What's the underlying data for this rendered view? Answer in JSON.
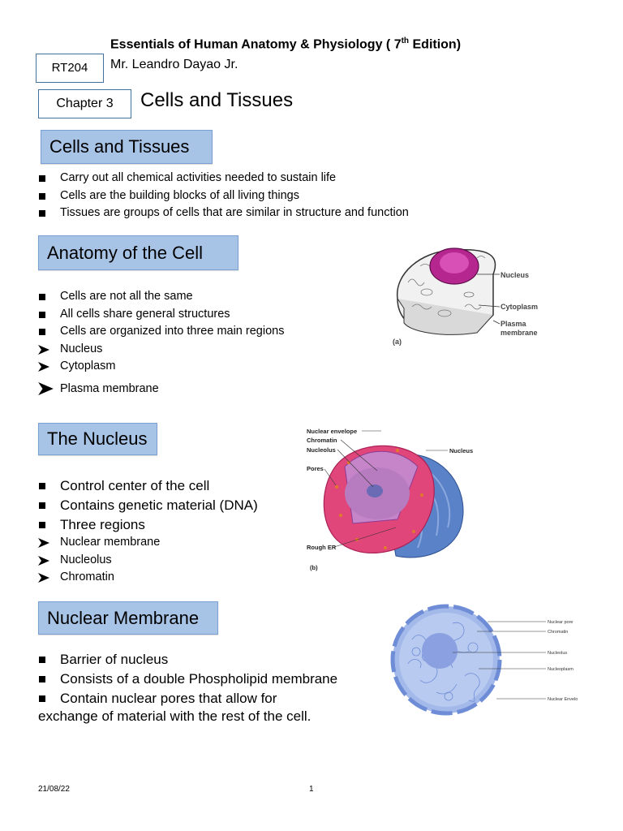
{
  "header": {
    "book_title_part1": "Essentials of Human Anatomy & Physiology ( 7",
    "book_title_sup": "th",
    "book_title_part2": " Edition)",
    "author": "Mr. Leandro Dayao Jr.",
    "course_code": "RT204",
    "chapter_label": "Chapter 3",
    "chapter_title": "Cells and Tissues"
  },
  "sections": {
    "cells_tissues": {
      "title": "Cells and Tissues",
      "bullets": [
        "Carry out all chemical activities needed to sustain life",
        "Cells are the building blocks of all living things",
        "Tissues are groups of cells that are similar in structure and function"
      ]
    },
    "anatomy": {
      "title": "Anatomy of the Cell",
      "bullets": [
        "Cells are not all the same",
        "All cells share general structures",
        "Cells are organized into three main regions"
      ],
      "sub_bullets": [
        "Nucleus",
        "Cytoplasm",
        "Plasma membrane"
      ],
      "figure": {
        "labels": [
          "Nucleus",
          "Cytoplasm",
          "Plasma",
          "membrane"
        ],
        "caption": "(a)"
      }
    },
    "nucleus": {
      "title": "The Nucleus",
      "bullets": [
        "Control center of the cell",
        "Contains genetic material (DNA)",
        "Three regions"
      ],
      "sub_bullets": [
        "Nuclear membrane",
        "Nucleolus",
        "Chromatin"
      ],
      "figure": {
        "labels": [
          "Nuclear envelope",
          "Chromatin",
          "Nucleolus",
          "Nucleus",
          "Pores",
          "Rough ER"
        ],
        "caption": "(b)"
      }
    },
    "membrane": {
      "title": "Nuclear Membrane",
      "bullets": [
        "Barrier of nucleus",
        "Consists of a double Phospholipid membrane",
        "Contain nuclear pores that allow for"
      ],
      "continuation": "exchange of material with the rest of the cell.",
      "figure": {
        "labels": [
          "Nuclear pore",
          "Chromatin",
          "Nucleolus",
          "Nucleoplasm",
          "Nuclear Envelo"
        ]
      }
    }
  },
  "footer": {
    "date": "21/08/22",
    "page": "1"
  },
  "colors": {
    "section_fill": "#a7c3e6",
    "box_border": "#41719c",
    "nucleus_magenta": "#b5278f",
    "er_blue": "#5a82c8"
  }
}
